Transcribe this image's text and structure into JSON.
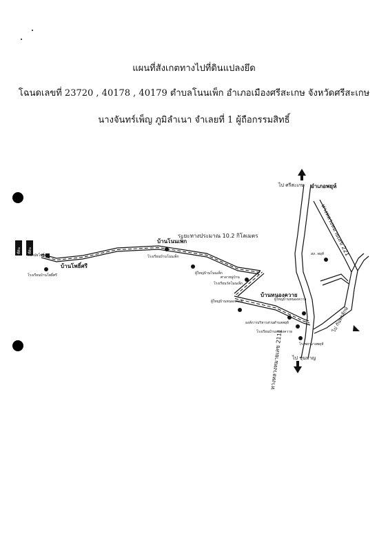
{
  "title_line1": "แผนที่สังเกตทางไปที่ดินแปลงยึด",
  "title_line2": "โฉนดเลขที่ 23720 , 40178 , 40179 ตำบลโนนเพ็ก อำเภอเมืองศรีสะเกษ จังหวัดศรีสะเกษ",
  "title_line3": "นางจันทร์เพ็ญ ภูมิลำเนา จำเลยที่ 1 ผู้ถือกรรมสิทธิ์",
  "distance_note": "ระยะทางประมาณ 10.2 กิโลเมตร",
  "towns": {
    "ban_pho_si": "บ้านโพธิ์ศรี",
    "ban_non_phek": "บ้านโนนเพ็ก",
    "ban_nong_khwai": "บ้านหนองควาย",
    "amphoe_phayu": "อำเภอพยุห์"
  },
  "directions": {
    "to_sisaket": "ไป ศรีสะเกษ",
    "to_kantharalak": "ไป กันทรลักษ์",
    "to_khukhan": "ไป ขุนหาญ"
  },
  "highways": {
    "hw221": "ทางหลวงหมายเลข 221",
    "hw2111": "ทางหลวงหมายเลข 2111"
  },
  "landmarks": {
    "left_sign_1": "ที่ดิน",
    "left_sign_2": "ที่ดิน",
    "health_station": "อนามัยโพธิ์",
    "school_pho_si": "โรงเรียนบ้านโพธิ์ศรี",
    "school_non_phek": "โรงเรียนบ้านโนนเพ็ก",
    "headman_non_phek": "ผู้ใหญ่บ้านโนนเพ็ก",
    "village_center": "ศาลาหมู่บ้าน",
    "temple_non_phek": "โรงเรียนวัดโนนเพ็ก",
    "headman_nong_khwai": "ผู้ใหญ่บ้านหนองควาย",
    "headman_nong_khwai_2": "ผู้ใหญ่บ้านหนองควาย",
    "sao_office": "องค์การบริหารส่วนตำบลพยุห์",
    "school_nong_khwai": "โรงเรียนบ้านหนองควาย",
    "hospital_phayu": "โรงพยาบาลพยุห์",
    "police_phayu": "สภ. พยุห์"
  }
}
